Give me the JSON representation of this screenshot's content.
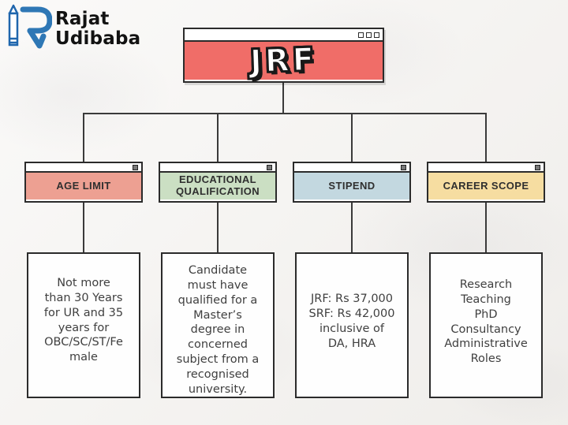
{
  "logo": {
    "line1": "Rajat",
    "line2": "Udibaba",
    "icon": "pencil-r-monogram",
    "brand_color": "#2e77b5"
  },
  "root": {
    "title": "JRF",
    "color": "#f06d68",
    "window_buttons": [
      "window-square",
      "window-square",
      "window-square"
    ]
  },
  "branches": [
    {
      "header": "AGE LIMIT",
      "color": "#eda092",
      "detail": "Not more\nthan 30 Years\nfor UR and 35\nyears for\nOBC/SC/ST/Fe\nmale"
    },
    {
      "header": "EDUCATIONAL\nQUALIFICATION",
      "color": "#cbdfc3",
      "detail": "Candidate\nmust have\nqualified for a\nMaster’s\ndegree in\nconcerned\nsubject from a\nrecognised\nuniversity."
    },
    {
      "header": "STIPEND",
      "color": "#c3d8e0",
      "detail": "JRF: Rs 37,000\nSRF: Rs 42,000\ninclusive of\nDA, HRA"
    },
    {
      "header": "CAREER SCOPE",
      "color": "#f6dda1",
      "detail": "Research\nTeaching\nPhD\nConsultancy\nAdministrative\nRoles"
    }
  ]
}
